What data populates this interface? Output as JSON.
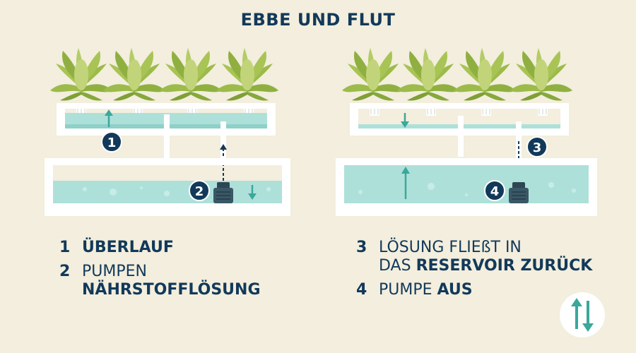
{
  "title": "EBBE UND FLUT",
  "markers": {
    "m1": "1",
    "m2": "2",
    "m3": "3",
    "m4": "4"
  },
  "legend_left": [
    {
      "num": "1",
      "bold": "ÜBERLAUF"
    },
    {
      "num": "2",
      "line1": "PUMPEN",
      "bold": "NÄHRSTOFFLÖSUNG"
    }
  ],
  "legend_right": [
    {
      "num": "3",
      "line1": "LÖSUNG FLIEßT IN",
      "line2_regular": "DAS ",
      "bold": "RESERVOIR ZURÜCK"
    },
    {
      "num": "4",
      "regular": "PUMPE ",
      "bold": "AUS"
    }
  ],
  "colors": {
    "navy": "#12395a",
    "water": "#aee0da",
    "teal": "#3aa89a",
    "leaf": "#9cbb4a",
    "background": "#f3eedd"
  },
  "icons": [
    "plant-icon",
    "pump-icon",
    "up-arrow-icon",
    "down-arrow-icon",
    "up-down-arrows-icon"
  ]
}
